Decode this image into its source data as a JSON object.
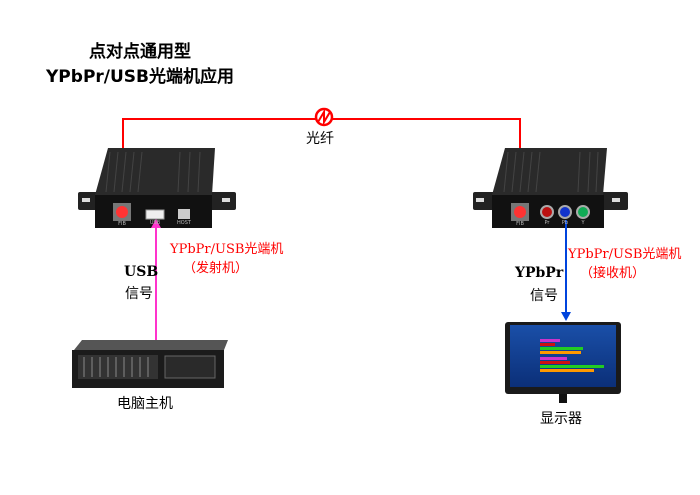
{
  "title": {
    "line1": "点对点通用型",
    "line2": "YPbPr/USB光端机应用"
  },
  "fiber": {
    "label": "光纤",
    "color": "#ff0000"
  },
  "transmitter": {
    "name": "YPbPr/USB光端机",
    "role": "（发射机）",
    "ports": [
      "FIB",
      "USB",
      "HOST"
    ]
  },
  "receiver": {
    "name": "YPbPr/USB光端机",
    "role": "（接收机）",
    "ports": [
      "FIB",
      "Pr",
      "Pb",
      "Y"
    ]
  },
  "left_signal": {
    "type": "USB",
    "label": "信号",
    "color": "#ff33cc"
  },
  "right_signal": {
    "type": "YPbPr",
    "label": "信号",
    "color": "#0044dd"
  },
  "host": {
    "label": "电脑主机"
  },
  "display": {
    "label": "显示器"
  }
}
